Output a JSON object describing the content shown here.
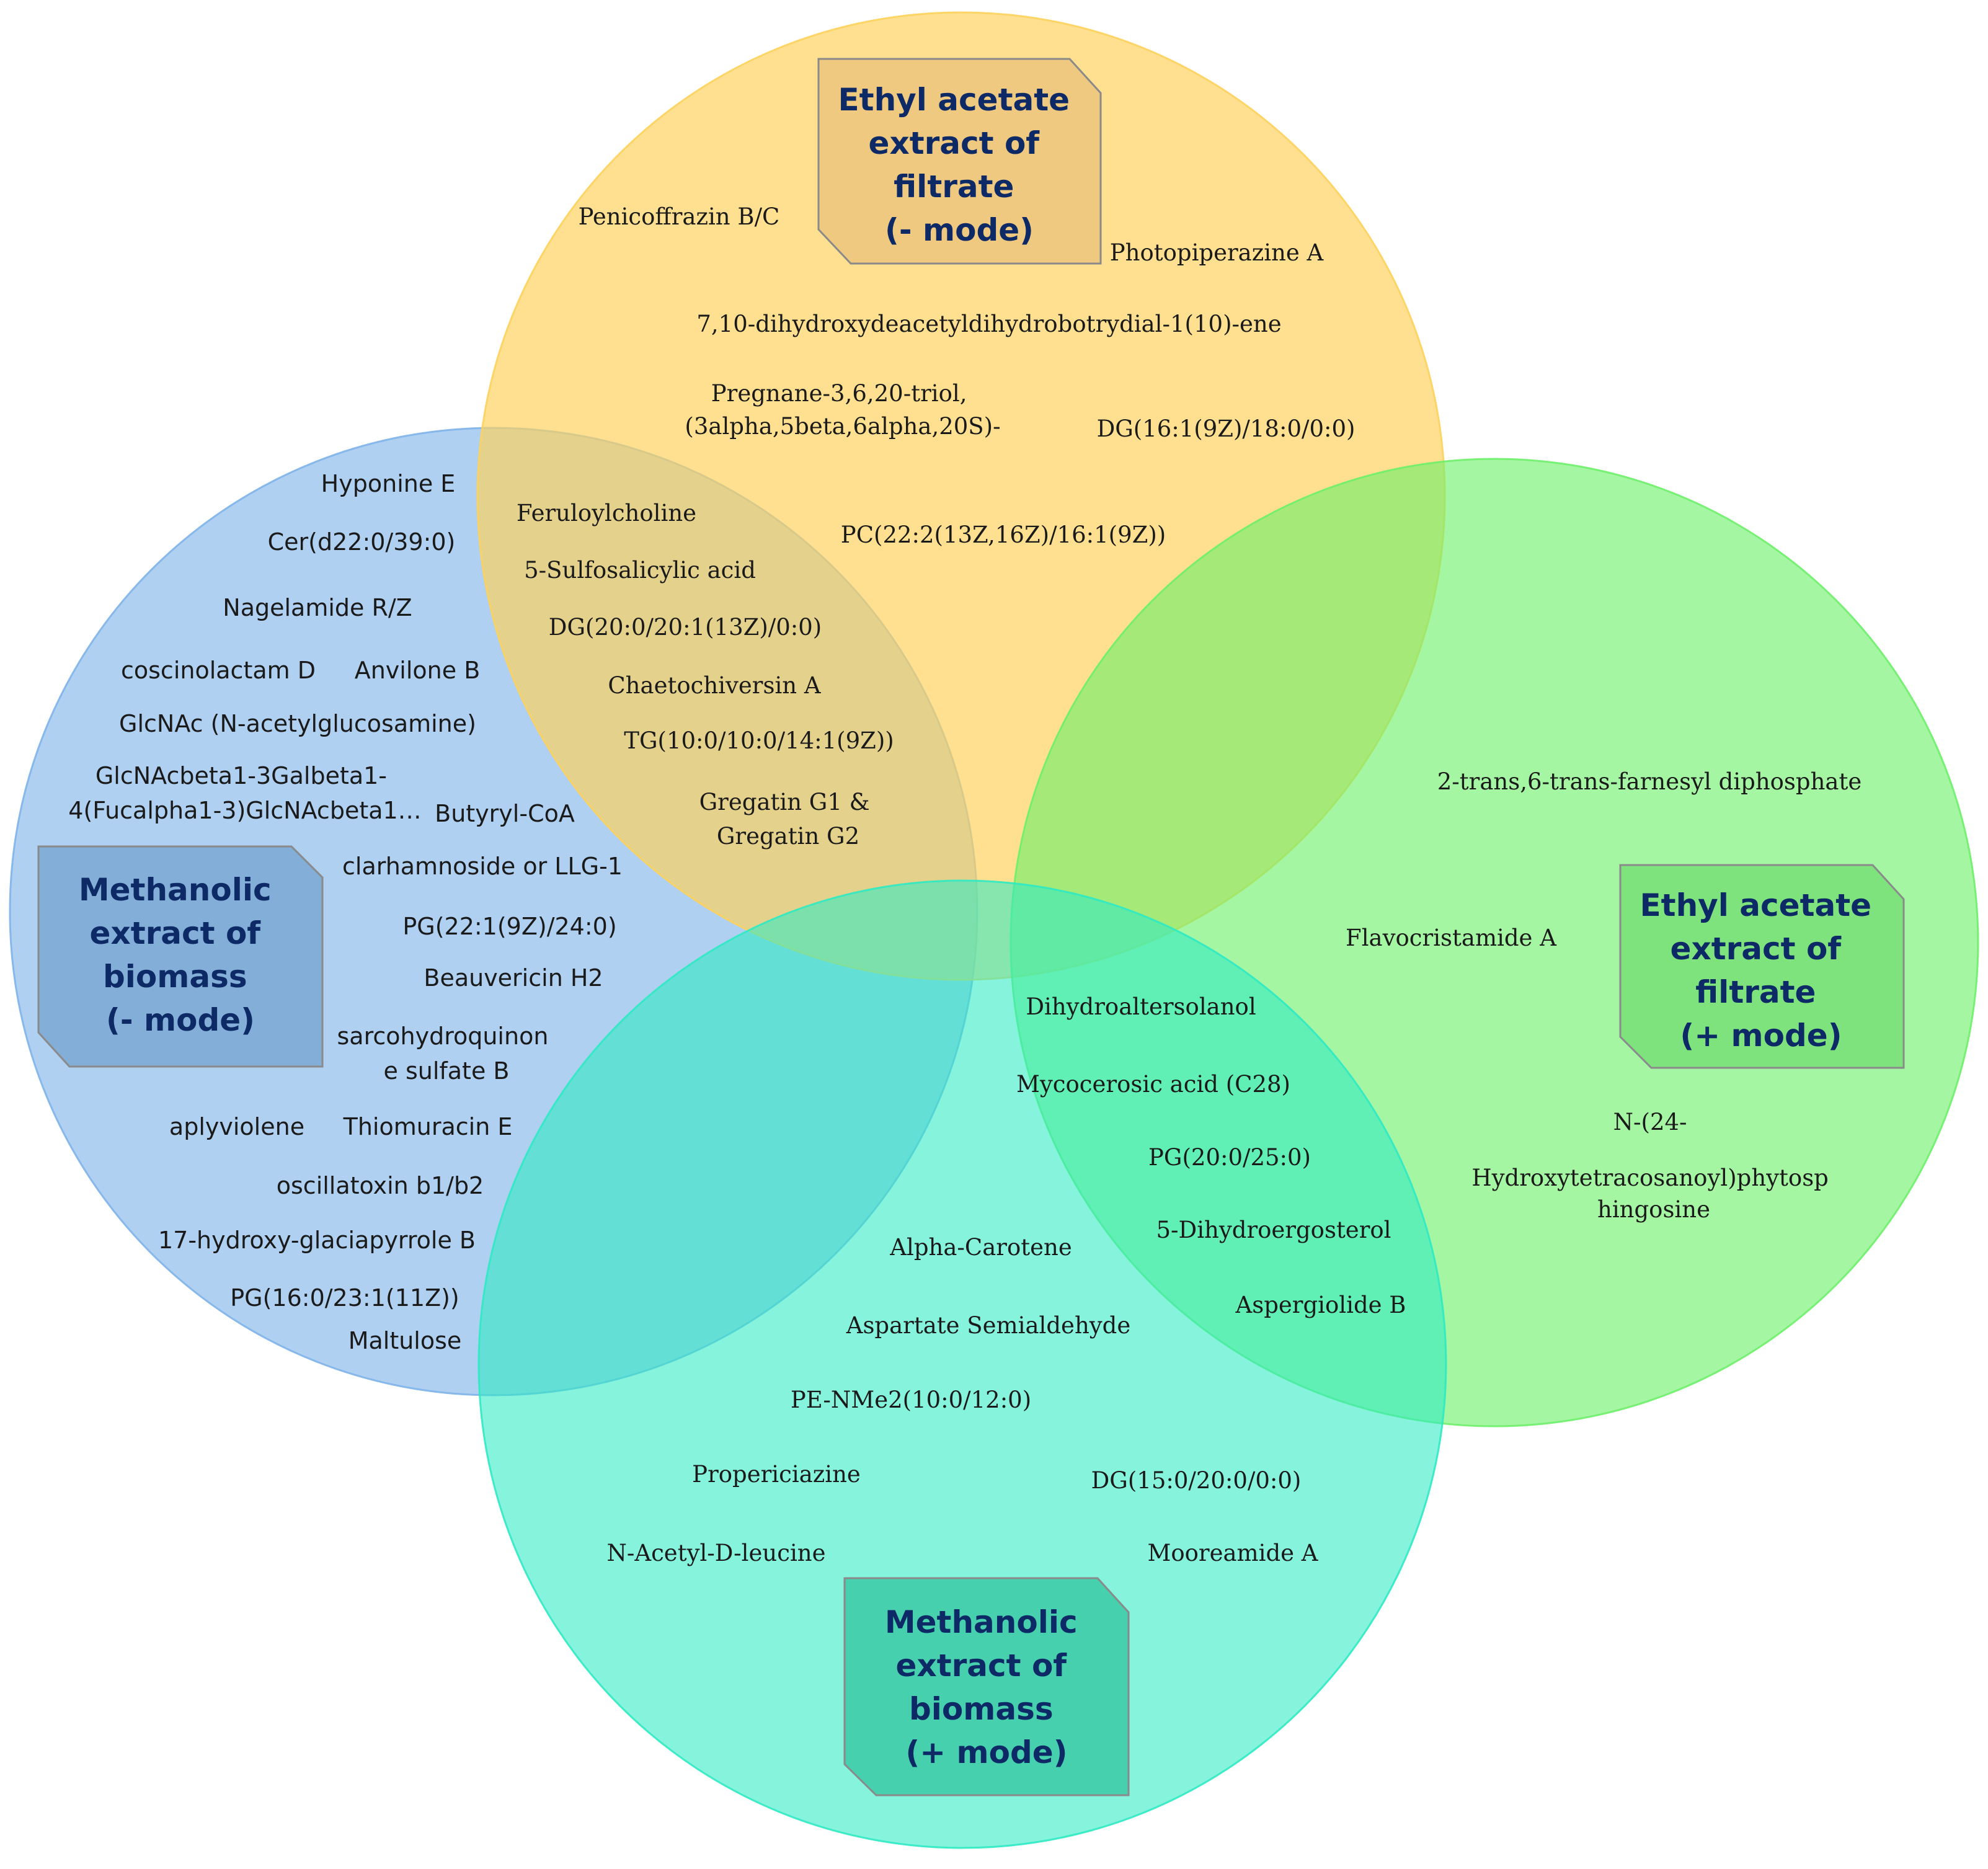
{
  "colors": {
    "top": "#fdd25c",
    "left": "#7eb3e9",
    "right": "#6ef06a",
    "bottom": "#2eeac3",
    "top_label_fill": "#edc47e",
    "left_label_fill": "#7aa8d3",
    "right_label_fill": "#77df76",
    "bottom_label_fill": "#3bc9a6",
    "label_text": "#0d2a66"
  },
  "sets": [
    {
      "id": "top",
      "label_lines": [
        "Ethyl acetate",
        "extract of",
        "filtrate",
        "(- mode)"
      ]
    },
    {
      "id": "left",
      "label_lines": [
        "Methanolic",
        "extract of",
        "biomass",
        "(- mode)"
      ]
    },
    {
      "id": "right",
      "label_lines": [
        "Ethyl acetate",
        "extract of",
        "filtrate",
        "(+ mode)"
      ]
    },
    {
      "id": "bottom",
      "label_lines": [
        "Methanolic",
        "extract of",
        "biomass",
        "(+ mode)"
      ]
    }
  ],
  "compounds": {
    "top_only": [
      "Penicoffrazin B/C",
      "Photopiperazine A",
      "7,10-dihydroxydeacetyldihydrobotrydial-1(10)-ene",
      [
        "Pregnane-3,6,20-triol,",
        "(3alpha,5beta,6alpha,20S)-"
      ],
      "DG(16:1(9Z)/18:0/0:0)",
      "PC(22:2(13Z,16Z)/16:1(9Z))"
    ],
    "top_left": [
      "Feruloylcholine",
      "5-Sulfosalicylic acid",
      "DG(20:0/20:1(13Z)/0:0)",
      "Chaetochiversin A",
      "TG(10:0/10:0/14:1(9Z))",
      [
        "Gregatin G1 &",
        "Gregatin G2"
      ]
    ],
    "left_only": [
      "Hyponine E",
      "Cer(d22:0/39:0)",
      "Nagelamide R/Z",
      "coscinolactam D",
      "Anvilone B",
      "GlcNAc (N-acetylglucosamine)",
      [
        "GlcNAcbeta1-3Galbeta1-",
        "4(Fucalpha1-3)GlcNAcbeta1…"
      ],
      "Butyryl-CoA",
      "clarhamnoside or  LLG-1",
      "PG(22:1(9Z)/24:0)",
      "Beauvericin H2",
      [
        "sarcohydroquinon",
        "e sulfate B"
      ],
      "aplyviolene",
      "Thiomuracin E",
      "oscillatoxin b1/b2",
      "17-hydroxy-glaciapyrrole B",
      "PG(16:0/23:1(11Z))",
      "Maltulose"
    ],
    "right_only": [
      "2-trans,6-trans-farnesyl diphosphate",
      "Flavocristamide A",
      [
        "N-(24-",
        "Hydroxytetracosanoyl)phytosp",
        "hingosine"
      ]
    ],
    "right_bottom": [
      "Dihydroaltersolanol",
      "Mycocerosic acid (C28)",
      "PG(20:0/25:0)",
      "5-Dihydroergosterol",
      "Aspergiolide B"
    ],
    "bottom_only": [
      "Alpha-Carotene",
      "Aspartate Semialdehyde",
      "PE-NMe2(10:0/12:0)",
      "Propericiazine",
      "DG(15:0/20:0/0:0)",
      "N-Acetyl-D-leucine",
      "Mooreamide A"
    ]
  }
}
